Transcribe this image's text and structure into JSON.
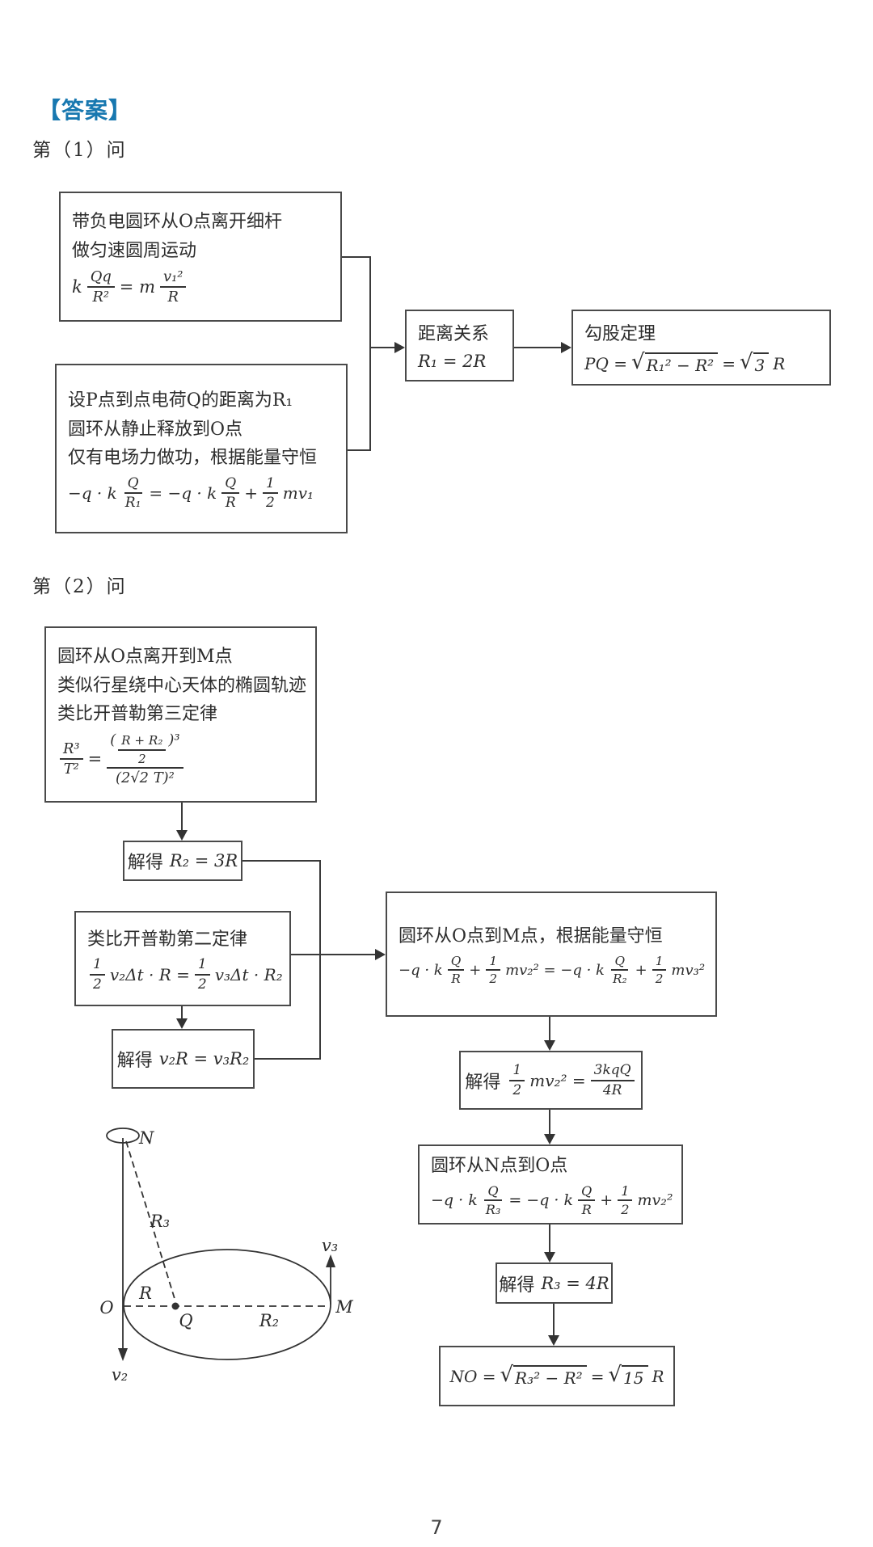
{
  "header": {
    "answer": "【答案】",
    "part1": "第（1）问",
    "part2": "第（2）问"
  },
  "colors": {
    "accent": "#1878b0",
    "ink": "#2d2d2d",
    "box_border": "#4a4a4a"
  },
  "part1": {
    "circular": {
      "lines": [
        "带负电圆环从O点离开细杆",
        "做匀速圆周运动"
      ],
      "formula": [
        {
          "t": "txt",
          "v": "k"
        },
        {
          "t": "frac",
          "n": "Qq",
          "d": "R²"
        },
        {
          "t": "txt",
          "v": "= m"
        },
        {
          "t": "frac",
          "n": "v₁²",
          "d": "R"
        }
      ]
    },
    "release": {
      "lines": [
        "设P点到点电荷Q的距离为R₁",
        "圆环从静止释放到O点",
        "仅有电场力做功，根据能量守恒"
      ],
      "formula": [
        {
          "t": "txt",
          "v": "−q · k"
        },
        {
          "t": "frac",
          "n": "Q",
          "d": "R₁"
        },
        {
          "t": "txt",
          "v": "= −q · k"
        },
        {
          "t": "frac",
          "n": "Q",
          "d": "R"
        },
        {
          "t": "txt",
          "v": "+"
        },
        {
          "t": "frac",
          "n": "1",
          "d": "2"
        },
        {
          "t": "txt",
          "v": "mv₁"
        }
      ]
    },
    "distance": {
      "title": "距离关系",
      "formula": [
        {
          "t": "txt",
          "v": "R₁ = 2R"
        }
      ]
    },
    "pythagoras": {
      "title": "勾股定理",
      "formula": [
        {
          "t": "txt",
          "v": "PQ ="
        },
        {
          "t": "sqrt",
          "v": "R₁² − R²"
        },
        {
          "t": "txt",
          "v": "="
        },
        {
          "t": "sqrt",
          "v": "3"
        },
        {
          "t": "txt",
          "v": "R"
        }
      ]
    }
  },
  "part2": {
    "kepler3": {
      "lines": [
        "圆环从O点离开到M点",
        "类似行星绕中心天体的椭圆轨迹",
        "类比开普勒第三定律"
      ],
      "formula": [
        {
          "t": "frac",
          "n": "R³",
          "d": "T²"
        },
        {
          "t": "txt",
          "v": "="
        },
        {
          "t": "frac",
          "n": [
            {
              "t": "txt",
              "v": "("
            },
            {
              "t": "frac",
              "n": "R + R₂",
              "d": "2"
            },
            {
              "t": "txt",
              "v": ")³"
            }
          ],
          "d": [
            {
              "t": "txt",
              "v": "(2√2 T)²"
            }
          ]
        }
      ]
    },
    "solve_r2": {
      "label": "解得",
      "formula": [
        {
          "t": "txt",
          "v": "R₂ = 3R"
        }
      ]
    },
    "kepler2": {
      "lines": [
        "类比开普勒第二定律"
      ],
      "formula": [
        {
          "t": "frac",
          "n": "1",
          "d": "2"
        },
        {
          "t": "txt",
          "v": "v₂Δt · R ="
        },
        {
          "t": "frac",
          "n": "1",
          "d": "2"
        },
        {
          "t": "txt",
          "v": "v₃Δt · R₂"
        }
      ]
    },
    "solve_v": {
      "label": "解得",
      "formula": [
        {
          "t": "txt",
          "v": "v₂R = v₃R₂"
        }
      ]
    },
    "energy_om": {
      "lines": [
        "圆环从O点到M点，根据能量守恒"
      ],
      "formula": [
        {
          "t": "txt",
          "v": "−q · k"
        },
        {
          "t": "frac",
          "n": "Q",
          "d": "R"
        },
        {
          "t": "txt",
          "v": "+"
        },
        {
          "t": "frac",
          "n": "1",
          "d": "2"
        },
        {
          "t": "txt",
          "v": "mv₂² = −q · k"
        },
        {
          "t": "frac",
          "n": "Q",
          "d": "R₂"
        },
        {
          "t": "txt",
          "v": "+"
        },
        {
          "t": "frac",
          "n": "1",
          "d": "2"
        },
        {
          "t": "txt",
          "v": "mv₃²"
        }
      ]
    },
    "solve_ek": {
      "label": "解得",
      "formula": [
        {
          "t": "frac",
          "n": "1",
          "d": "2"
        },
        {
          "t": "txt",
          "v": "mv₂² ="
        },
        {
          "t": "frac",
          "n": "3kqQ",
          "d": "4R"
        }
      ]
    },
    "energy_no": {
      "lines": [
        "圆环从N点到O点"
      ],
      "formula": [
        {
          "t": "txt",
          "v": "−q · k"
        },
        {
          "t": "frac",
          "n": "Q",
          "d": "R₃"
        },
        {
          "t": "txt",
          "v": "= −q · k"
        },
        {
          "t": "frac",
          "n": "Q",
          "d": "R"
        },
        {
          "t": "txt",
          "v": "+"
        },
        {
          "t": "frac",
          "n": "1",
          "d": "2"
        },
        {
          "t": "txt",
          "v": "mv₂²"
        }
      ]
    },
    "solve_r3": {
      "label": "解得",
      "formula": [
        {
          "t": "txt",
          "v": "R₃ = 4R"
        }
      ]
    },
    "no_result": {
      "formula": [
        {
          "t": "txt",
          "v": "NO ="
        },
        {
          "t": "sqrt",
          "v": "R₃² − R²"
        },
        {
          "t": "txt",
          "v": "="
        },
        {
          "t": "sqrt",
          "v": "15"
        },
        {
          "t": "txt",
          "v": "R"
        }
      ]
    }
  },
  "diagram": {
    "labels": {
      "n": "N",
      "o": "O",
      "m": "M",
      "q": "Q",
      "r": "R",
      "r2": "R₂",
      "r3": "R₃",
      "v2": "v₂",
      "v3": "v₃"
    }
  },
  "footer": {
    "page_number": "7"
  }
}
